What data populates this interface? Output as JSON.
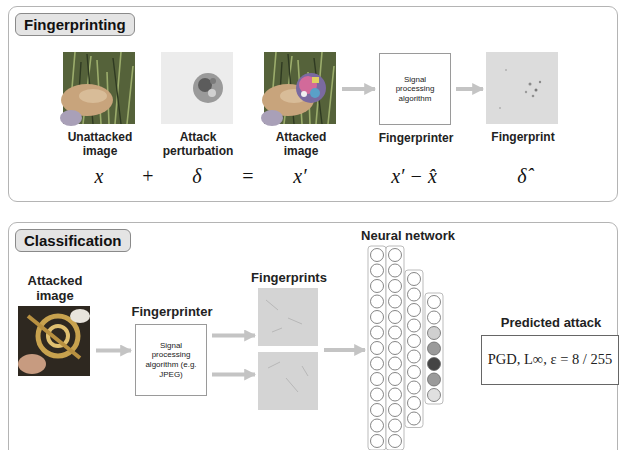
{
  "diagram": {
    "nodes": [
      {
        "text": [
          "Fingerprinting"
        ]
      },
      {
        "text": [
          "Unattacked image"
        ],
        "in": 0
      },
      {
        "text": [
          "Attack perturbation"
        ],
        "in": 0
      },
      {
        "text": [
          "Attacked image"
        ],
        "in": 0
      },
      {
        "text": [
          "Signal processing algorithm",
          "Fingerprinter"
        ],
        "in": 0
      },
      {
        "text": [
          "Fingerprint"
        ],
        "in": 0
      },
      {
        "text": [
          "Classification"
        ]
      },
      {
        "text": [
          "Attacked image"
        ],
        "in": 6
      },
      {
        "text": [
          "Fingerprinter",
          "Signal processing algorithm (e.g. JPEG)"
        ],
        "in": 6
      },
      {
        "text": [
          "Fingerprints"
        ],
        "in": 6
      },
      {
        "text": [
          "Neural network"
        ],
        "in": 6
      },
      {
        "text": [
          "Predicted attack",
          "PGD, L∞, ε = 8 / 255"
        ],
        "in": 6
      }
    ],
    "edges": [
      {
        "from": 3,
        "to": 4,
        "arrow": "to"
      },
      {
        "from": 4,
        "to": 5,
        "arrow": "to"
      },
      {
        "from": 7,
        "to": 8,
        "arrow": "to"
      },
      {
        "from": 8,
        "to": 9,
        "arrow": "to"
      },
      {
        "from": 9,
        "to": 10,
        "arrow": "to"
      }
    ],
    "labels": [
      "x",
      "+",
      "δ",
      "=",
      "x′",
      "x′ − x̂",
      "δ̂"
    ]
  }
}
